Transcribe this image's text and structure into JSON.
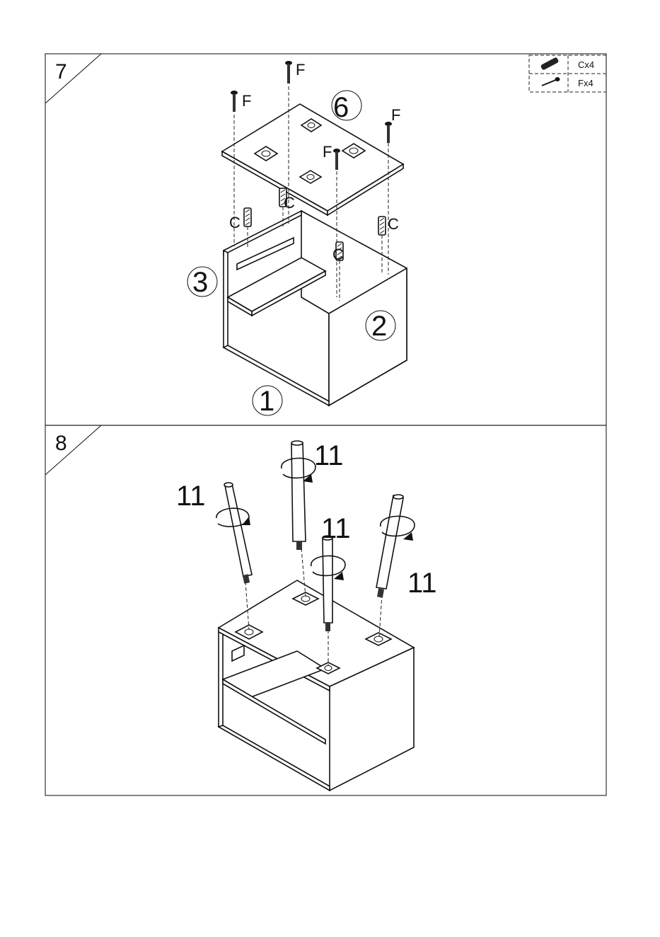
{
  "step7": {
    "number": "7",
    "callouts": {
      "p6": "6",
      "p3": "3",
      "p2": "2",
      "p1": "1"
    },
    "screw_label": "F",
    "dowel_label": "C"
  },
  "step8": {
    "number": "8",
    "leg_label": "11"
  },
  "legend": {
    "dowel_qty": "Cx4",
    "screw_qty": "Fx4",
    "dowel_icon": "dowel-icon",
    "screw_icon": "screw-icon"
  }
}
